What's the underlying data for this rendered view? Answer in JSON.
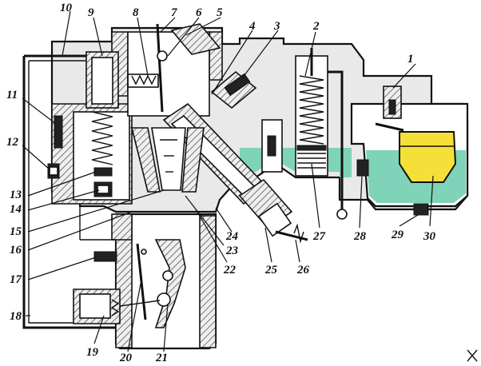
{
  "colors": {
    "fuel": "#7fd3b8",
    "float": "#f5e03a",
    "outline": "#111111",
    "background": "#ffffff"
  },
  "labels": [
    {
      "id": "1",
      "text": "1"
    },
    {
      "id": "2",
      "text": "2"
    },
    {
      "id": "3",
      "text": "3"
    },
    {
      "id": "4",
      "text": "4"
    },
    {
      "id": "5",
      "text": "5"
    },
    {
      "id": "6",
      "text": "6"
    },
    {
      "id": "7",
      "text": "7"
    },
    {
      "id": "8",
      "text": "8"
    },
    {
      "id": "9",
      "text": "9"
    },
    {
      "id": "10",
      "text": "10"
    },
    {
      "id": "11",
      "text": "11"
    },
    {
      "id": "12",
      "text": "12"
    },
    {
      "id": "13",
      "text": "13"
    },
    {
      "id": "14",
      "text": "14"
    },
    {
      "id": "15",
      "text": "15"
    },
    {
      "id": "16",
      "text": "16"
    },
    {
      "id": "17",
      "text": "17"
    },
    {
      "id": "18",
      "text": "18"
    },
    {
      "id": "19",
      "text": "19"
    },
    {
      "id": "20",
      "text": "20"
    },
    {
      "id": "21",
      "text": "21"
    },
    {
      "id": "22",
      "text": "22"
    },
    {
      "id": "23",
      "text": "23"
    },
    {
      "id": "24",
      "text": "24"
    },
    {
      "id": "25",
      "text": "25"
    },
    {
      "id": "26",
      "text": "26"
    },
    {
      "id": "27",
      "text": "27"
    },
    {
      "id": "28",
      "text": "28"
    },
    {
      "id": "29",
      "text": "29"
    },
    {
      "id": "30",
      "text": "30"
    }
  ]
}
